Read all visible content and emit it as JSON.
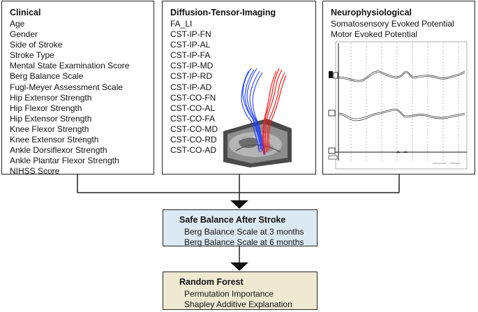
{
  "clinical": {
    "title": "Clinical",
    "items": [
      "Age",
      "Gender",
      "Side of Stroke",
      "Stroke Type",
      "Mental State Examination Score",
      "Berg Balance Scale",
      "Fugl-Meyer Assessment Scale",
      "Hip Extensor Strength",
      "Hip Flexor Strength",
      "Hip Extensor Strength",
      "Knee Flexor Strength",
      "Knee Extensor Strength",
      "Ankle Dorsiflexor Strength",
      "Ankle Plantar Flexor Strength",
      "NIHSS Score"
    ]
  },
  "dti": {
    "title": "Diffusion-Tensor-Imaging",
    "items": [
      "FA_LI",
      "CST-IP-FN",
      "CST-IP-AL",
      "CST-IP-FA",
      "CST-IP-MD",
      "CST-IP-RD",
      "CST-IP-AD",
      "CST-CO-FN",
      "CST-CO-AL",
      "CST-CO-FA",
      "CST-CO-MD",
      "CST-CO-RD",
      "CST-CO-AD"
    ]
  },
  "neuro": {
    "title": "Neurophysiological",
    "items": [
      "Somatosensory Evoked Potential",
      "Motor Evoked Potential"
    ]
  },
  "outcome": {
    "title": "Safe Balance After Stroke",
    "items": [
      "Berg Balance Scale at 3 months",
      "Berg Balance Scale at 6 months"
    ],
    "fill": "#dce9f2"
  },
  "model": {
    "title": "Random Forest",
    "items": [
      "Permutation Importance",
      "Shapley Additive Explanation"
    ],
    "fill": "#efe9d2"
  },
  "colors": {
    "tract_ipsilateral": "#1f3cff",
    "tract_contralateral": "#ff1a1a",
    "border": "#222222"
  }
}
